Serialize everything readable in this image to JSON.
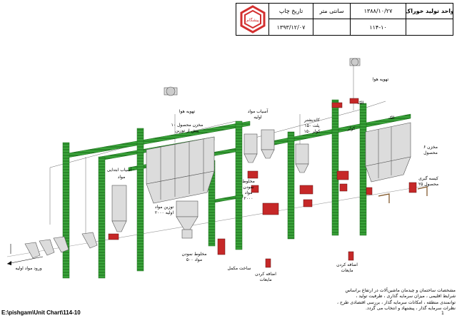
{
  "title_block": {
    "unit_name": "واحد تولید خوراک",
    "date": "۱۳۸۸/۱۰/۲۷",
    "scale": "سانتی متر",
    "print_date_label": "تاریخ چاپ",
    "drawing_number": "۱۱۴-۱۰",
    "print_date": "۱۳۹۳/۱۲/۰۷",
    "logo_text": "پیشگام",
    "logo_color": "#d32f2f"
  },
  "labels": {
    "ventilation_left": "تهویه هوا",
    "ventilation_right": "تهویه هوا",
    "silos_10": "۱۰ مخزن محصول",
    "silos_10_sub": "پیش از توزین",
    "mill_primary": "آسیاب ابتدایی",
    "materials": "مواد",
    "mill_materials": "آسیاب مواد",
    "mill_materials_sub": "اولیه",
    "weigh_primary": "توزین مواد",
    "weigh_primary_sub": "اولیه ۲۰۰۰",
    "mix_primary": "مخلوط نمودن",
    "mix_primary_sub": "مواد ۵۰۰",
    "mix_middle": "مخلوط",
    "mix_middle_2": "نمودن",
    "mix_middle_3": "مواد",
    "mix_middle_4": "۲۰۰۰",
    "pellet": "کاندیشنر",
    "pellet_2": "پلت ۱۵۰",
    "pellet_3": "کولر ۱۵۰",
    "cooler": "کولر",
    "sieve_left": "الک",
    "sieve_right": "الک",
    "silos_6": "۶ مخزن",
    "silos_6_sub": "محصول",
    "crumble": "کرامبل",
    "bagging": "کیسه گیری",
    "bagging_sub": "محصول ۲۵",
    "liquid_left": "اضافه کردن",
    "liquid_left_sub": "مایعات",
    "liquid_right": "اضافه کردن",
    "liquid_right_sub": "مایعات",
    "mixer_build": "ساخت مکمل",
    "intake": "ورود مواد اولیه"
  },
  "notes": [
    "مشخصات ساختمان و چیدمان ماشین‌آلات در ارتفاع براساس",
    "شرایط اقلیمی ، میزان سرمایه گذاری ، ظرفیت تولید ،",
    "توانمندی منطقه ، امکانات سرمایه گذار ، بررسی اقتصادی طرح ،",
    "نظرات سرمایه گذار ، پیشنهاد و انتخاب می گردد."
  ],
  "file_path": "E:\\pishgam\\Unit Chart\\114-10",
  "page_number": "1"
}
